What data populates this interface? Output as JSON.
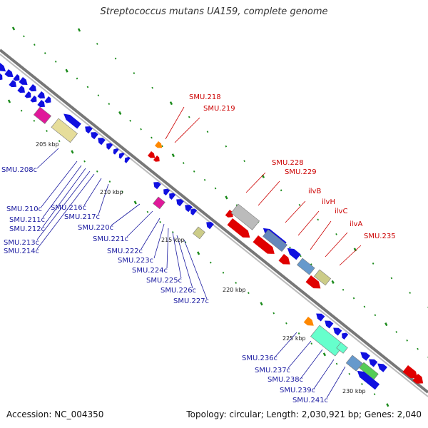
{
  "title": "Streptococcus mutans UA159, complete genome",
  "accession": "Accession: NC_004350",
  "topology": "Topology: circular; Length: 2,030,921 bp; Genes: 2,040",
  "scale_labels": [
    "205 kbp",
    "210 kbp",
    "215 kbp",
    "220 kbp",
    "225 kbp",
    "230 kbp"
  ],
  "colors": {
    "forward": "#e00000",
    "reverse": "#1010e0",
    "tick": "#1a8a1a",
    "backbone": "#888888"
  },
  "genes_forward": [
    "SMU.218",
    "SMU.219",
    "SMU.228",
    "SMU.229",
    "ilvB",
    "ilvH",
    "ilvC",
    "ilvA",
    "SMU.235"
  ],
  "genes_reverse": [
    "SMU.208c",
    "SMU.210c",
    "SMU.211c",
    "SMU.212c",
    "SMU.213c",
    "SMU.214c",
    "SMU.216c",
    "SMU.217c",
    "SMU.220c",
    "SMU.221c",
    "SMU.222c",
    "SMU.223c",
    "SMU.224c",
    "SMU.225c",
    "SMU.226c",
    "SMU.227c",
    "SMU.236c",
    "SMU.237c",
    "SMU.238c",
    "SMU.239c",
    "SMU.241c"
  ]
}
